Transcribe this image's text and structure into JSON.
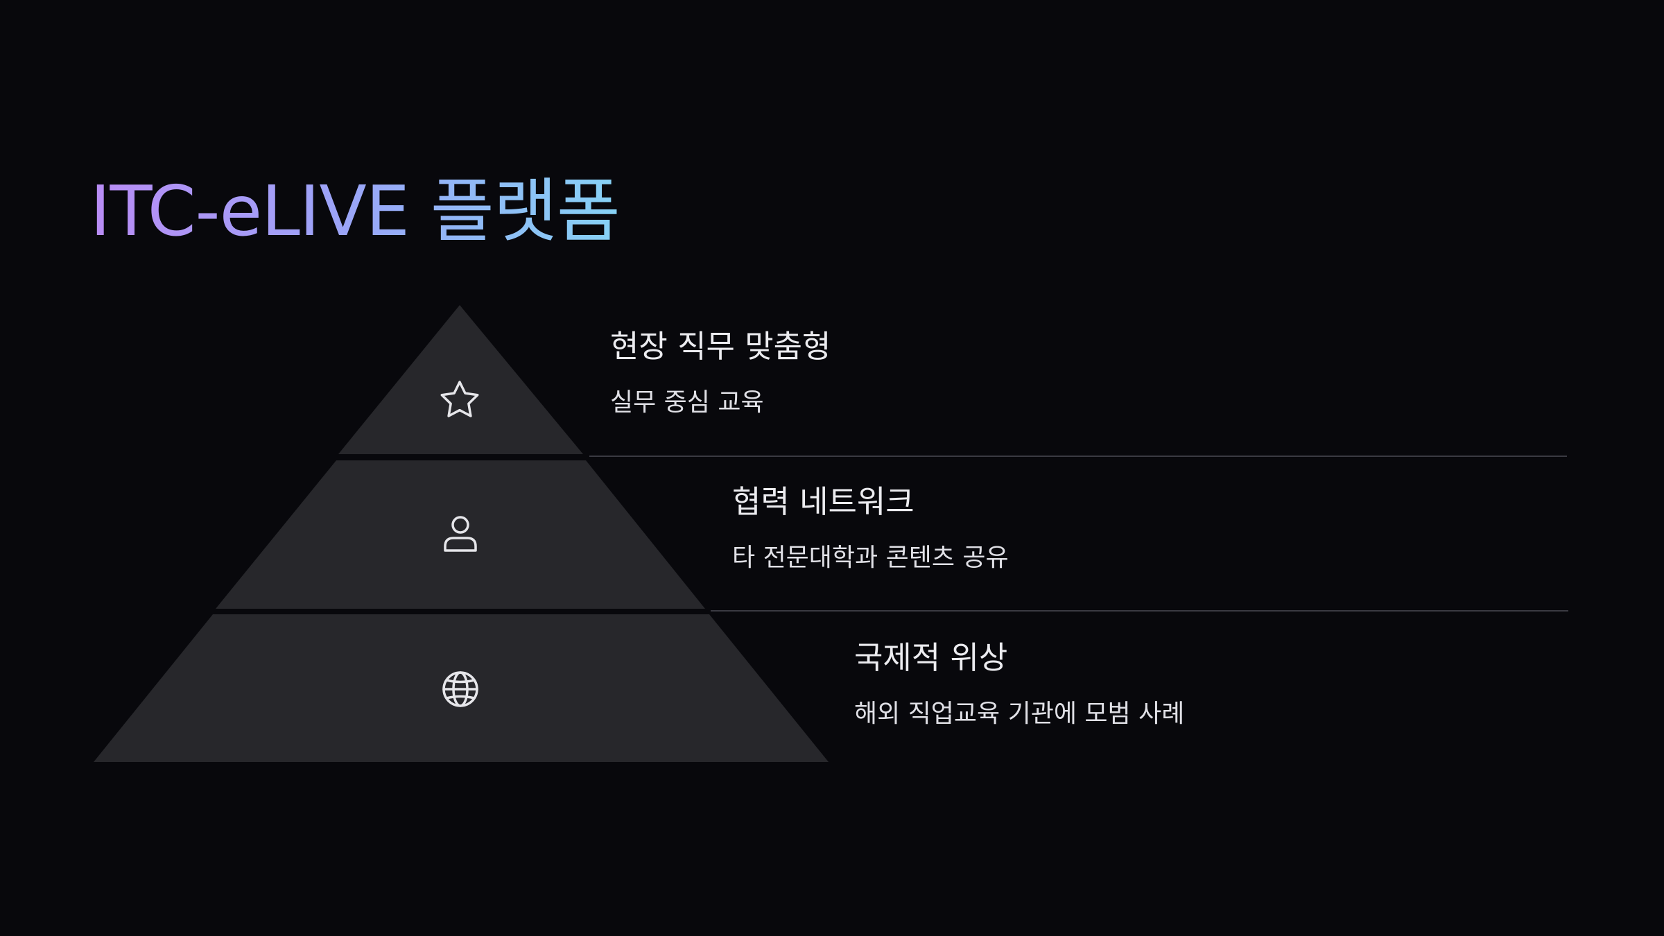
{
  "title": "ITC-eLIVE 플랫폼",
  "colors": {
    "background": "#08080c",
    "tier_fill": "#27272b",
    "title_gradient": [
      "#b98cf5",
      "#9aa6f8",
      "#86d2f5"
    ],
    "icon_stroke": "#e6e6ea"
  },
  "tiers": [
    {
      "icon": "star-icon",
      "heading": "현장 직무 맞춤형",
      "description": "실무 중심 교육"
    },
    {
      "icon": "user-icon",
      "heading": "협력 네트워크",
      "description": "타 전문대학과 콘텐츠 공유"
    },
    {
      "icon": "globe-icon",
      "heading": "국제적 위상",
      "description": "해외 직업교육 기관에 모범 사례"
    }
  ]
}
